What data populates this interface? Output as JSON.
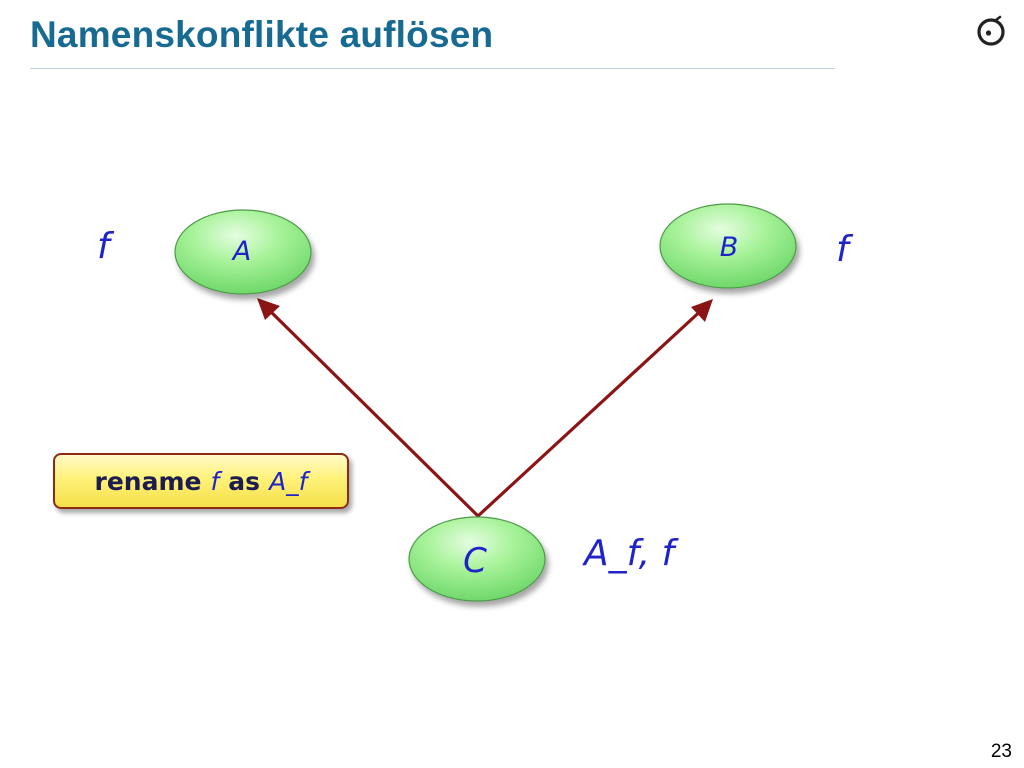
{
  "title": "Namenskonflikte auflösen",
  "page_number": "23",
  "colors": {
    "title": "#176a91",
    "arrow": "#8b1414",
    "node_fill": "#9ef08e",
    "text_blue": "#1f23c8"
  },
  "logo": {
    "icon": "eiffel-logo-icon"
  },
  "nodes": {
    "a": {
      "label": "A",
      "feature": "f"
    },
    "b": {
      "label": "B",
      "feature": "f"
    },
    "c": {
      "label": "C",
      "features": "A_f, f"
    }
  },
  "edges": [
    {
      "from": "C",
      "to": "A"
    },
    {
      "from": "C",
      "to": "B"
    }
  ],
  "rename_note": {
    "keyword_rename": "rename",
    "old_name": "f",
    "keyword_as": "as",
    "new_name": "A_f"
  }
}
